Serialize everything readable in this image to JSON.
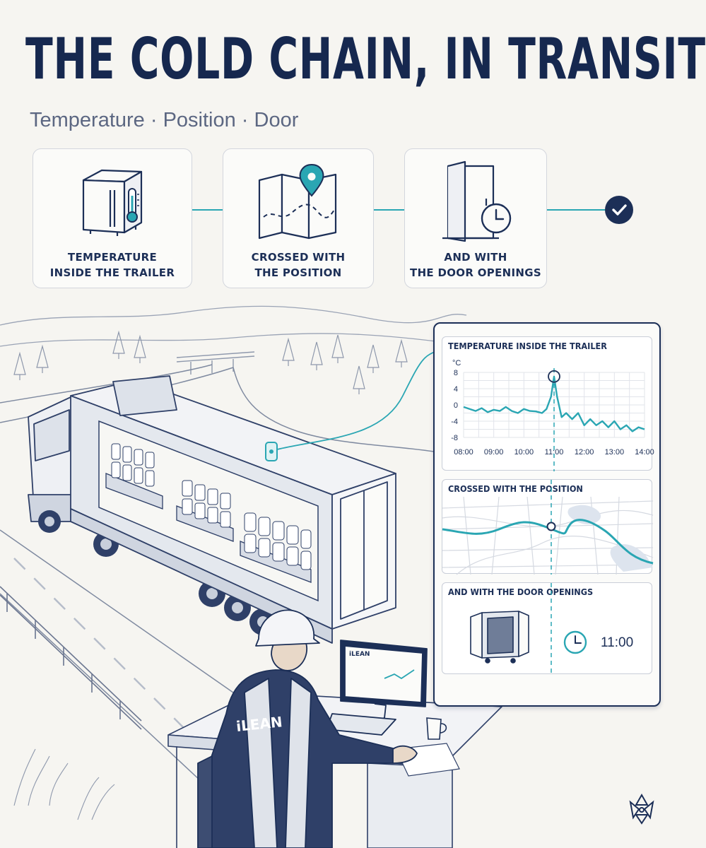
{
  "header": {
    "title": "THE COLD CHAIN, IN TRANSIT",
    "subtitle": "Temperature · Position · Door"
  },
  "steps": [
    {
      "icon": "thermometer-box-icon",
      "label_line1": "TEMPERATURE",
      "label_line2": "INSIDE THE TRAILER"
    },
    {
      "icon": "map-pin-icon",
      "label_line1": "CROSSED WITH",
      "label_line2": "THE POSITION"
    },
    {
      "icon": "door-clock-icon",
      "label_line1": "AND WITH",
      "label_line2": "THE DOOR OPENINGS"
    }
  ],
  "final_icon": "checkmark-icon",
  "dashboard": {
    "temperature_title": "TEMPERATURE INSIDE THE TRAILER",
    "position_title": "CROSSED WITH THE POSITION",
    "door_title": "AND WITH THE DOOR OPENINGS",
    "door_time": "11:00"
  },
  "chart_data": {
    "type": "line",
    "title": "TEMPERATURE INSIDE THE TRAILER",
    "ylabel": "°C",
    "xlabel": "",
    "ylim": [
      -8,
      8
    ],
    "yticks": [
      8,
      4,
      0,
      -4,
      -8
    ],
    "xticks": [
      "08:00",
      "09:00",
      "10:00",
      "11:00",
      "12:00",
      "13:00",
      "14:00"
    ],
    "grid": true,
    "highlight_x": 11.0,
    "series": [
      {
        "x": [
          8.0,
          8.2,
          8.4,
          8.6,
          8.8,
          9.0,
          9.2,
          9.4,
          9.6,
          9.8,
          10.0,
          10.2,
          10.4,
          10.6,
          10.75,
          10.9,
          11.0,
          11.1,
          11.25,
          11.4,
          11.6,
          11.8,
          12.0,
          12.2,
          12.4,
          12.6,
          12.8,
          13.0,
          13.2,
          13.4,
          13.6,
          13.8,
          14.0
        ],
        "y": [
          -0.5,
          -1,
          -1.5,
          -0.8,
          -1.8,
          -1.2,
          -1.5,
          -0.5,
          -1.5,
          -2,
          -1,
          -1.5,
          -1.6,
          -2,
          -1,
          2,
          7,
          2,
          -3,
          -2,
          -3.5,
          -2,
          -5,
          -3.5,
          -5,
          -4,
          -5.5,
          -4,
          -6,
          -5,
          -6.5,
          -5.5,
          -6
        ]
      }
    ]
  },
  "brand": {
    "vest_text": "iLEAN",
    "monitor_text": "iLEAN",
    "logo_icon": "flower-logo-icon"
  },
  "colors": {
    "navy": "#1c2f57",
    "teal": "#2aa6b3",
    "background": "#f6f5f1"
  }
}
